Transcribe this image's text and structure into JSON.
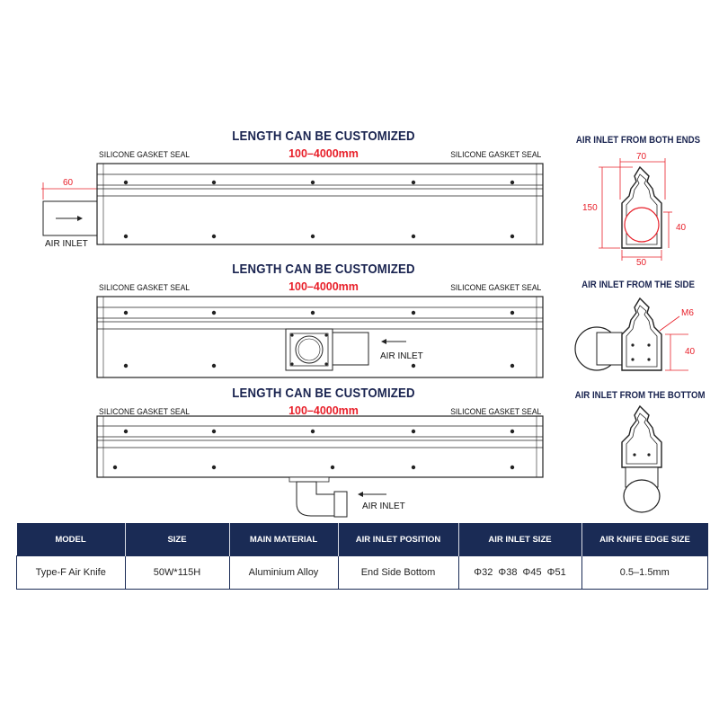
{
  "views": [
    {
      "title": "LENGTH CAN BE CUSTOMIZED",
      "range": "100–4000mm",
      "left_label": "SILICONE GASKET SEAL",
      "right_label": "SILICONE GASKET SEAL",
      "inlet_label": "AIR INLET",
      "dim": "60"
    },
    {
      "title": "LENGTH CAN BE CUSTOMIZED",
      "range": "100–4000mm",
      "left_label": "SILICONE GASKET SEAL",
      "right_label": "SILICONE GASKET SEAL",
      "inlet_label": "AIR INLET"
    },
    {
      "title": "LENGTH CAN BE CUSTOMIZED",
      "range": "100–4000mm",
      "left_label": "SILICONE GASKET SEAL",
      "right_label": "SILICONE GASKET SEAL",
      "inlet_label": "AIR INLET"
    }
  ],
  "side_views": [
    {
      "title": "AIR INLET FROM BOTH ENDS",
      "dims": {
        "width_top": "70",
        "height": "150",
        "right": "40",
        "bottom": "50"
      }
    },
    {
      "title": "AIR INLET FROM THE SIDE",
      "dims": {
        "thread": "M6",
        "right": "40"
      }
    },
    {
      "title": "AIR INLET FROM THE BOTTOM"
    }
  ],
  "table": {
    "headers": [
      "MODEL",
      "SIZE",
      "MAIN MATERIAL",
      "AIR INLET POSITION",
      "AIR INLET SIZE",
      "AIR KNIFE EDGE SIZE"
    ],
    "row": [
      "Type-F Air Knife",
      "50W*115H",
      "Aluminium Alloy",
      "End Side Bottom",
      "Φ32  Φ38  Φ45  Φ51",
      "0.5–1.5mm"
    ]
  },
  "colors": {
    "navy": "#1a2450",
    "red": "#e8202a",
    "header_bg": "#1a2b55"
  }
}
